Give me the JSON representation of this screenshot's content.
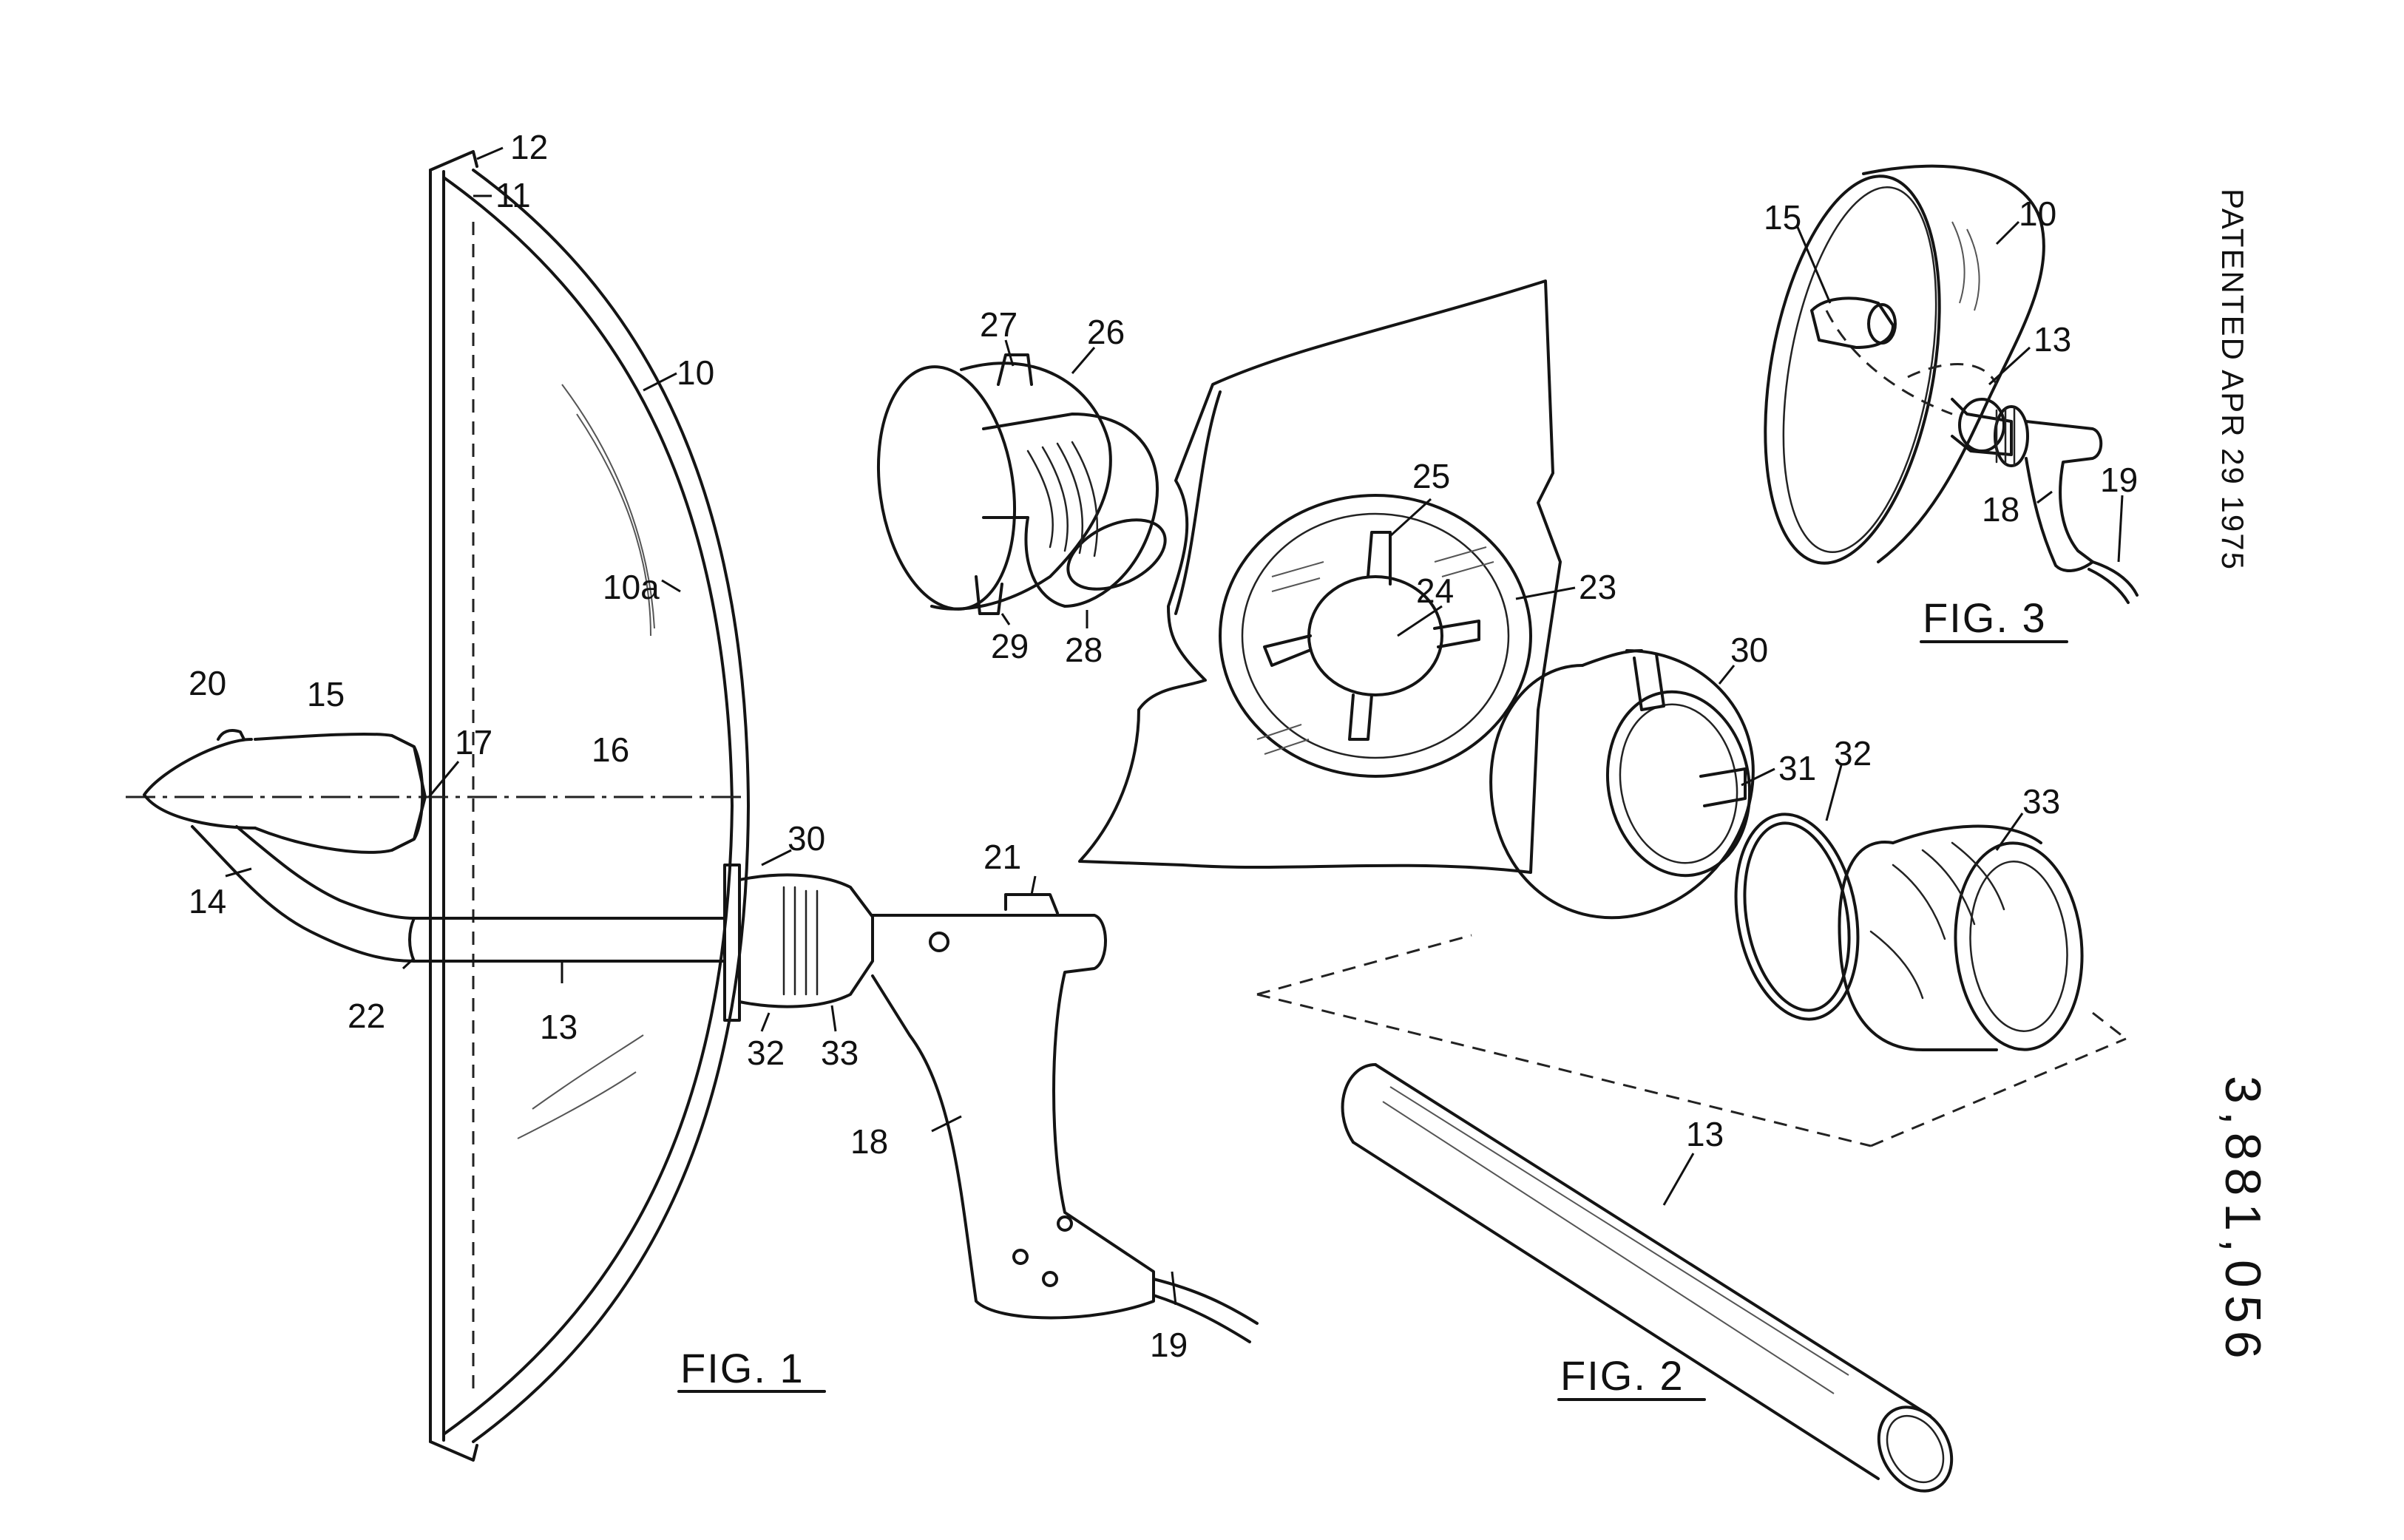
{
  "header": {
    "patented": "PATENTED APR 29 1975",
    "patent_number": "3,881,056"
  },
  "figures": {
    "fig1": "FIG. 1",
    "fig2": "FIG. 2",
    "fig3": "FIG. 3"
  },
  "fig1_labels": {
    "l12": "12",
    "l11": "11",
    "l10": "10",
    "l10a": "10a",
    "l20": "20",
    "l15": "15",
    "l17": "17",
    "l16": "16",
    "l30": "30",
    "l21": "21",
    "l14": "14",
    "l22": "22",
    "l13": "13",
    "l32": "32",
    "l33": "33",
    "l18": "18",
    "l19": "19"
  },
  "fig2_labels": {
    "l27": "27",
    "l26": "26",
    "l29": "29",
    "l28": "28",
    "l25": "25",
    "l24": "24",
    "l23": "23",
    "l30": "30",
    "l31": "31",
    "l32": "32",
    "l33": "33",
    "l13": "13"
  },
  "fig3_labels": {
    "l15": "15",
    "l10": "10",
    "l13": "13",
    "l18": "18",
    "l19": "19"
  }
}
